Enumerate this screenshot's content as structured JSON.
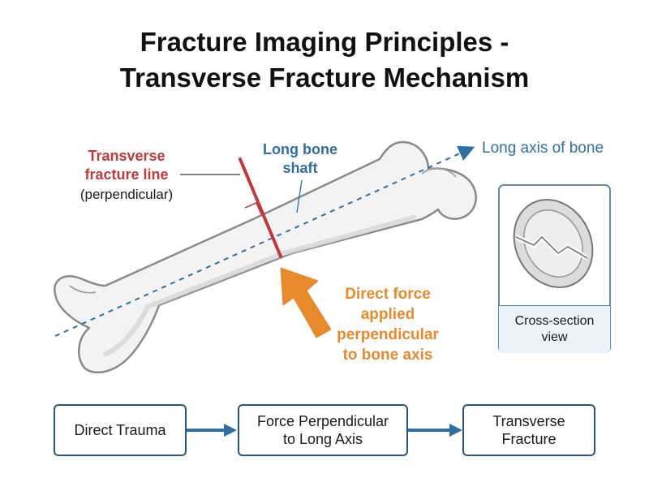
{
  "title": {
    "line1": "Fracture Imaging Principles -",
    "line2": "Transverse Fracture Mechanism"
  },
  "labels": {
    "fracture_line_1": "Transverse",
    "fracture_line_2": "fracture line",
    "fracture_line_3": "(perpendicular)",
    "shaft_1": "Long bone",
    "shaft_2": "shaft",
    "axis": "Long axis of bone",
    "force_1": "Direct force",
    "force_2": "applied",
    "force_3": "perpendicular",
    "force_4": "to bone axis"
  },
  "cross_section": {
    "caption_1": "Cross-section",
    "caption_2": "view"
  },
  "flow": {
    "steps": [
      {
        "line1": "Direct Trauma",
        "line2": ""
      },
      {
        "line1": "Force Perpendicular",
        "line2": "to Long Axis"
      },
      {
        "line1": "Transverse",
        "line2": "Fracture"
      }
    ]
  },
  "colors": {
    "fracture_red": "#c0393b",
    "force_orange": "#e88a2c",
    "axis_blue": "#2f6fa3",
    "box_navy": "#27567e",
    "bone_fill": "#f3f3f3",
    "bone_outline": "#8a8a8a"
  }
}
